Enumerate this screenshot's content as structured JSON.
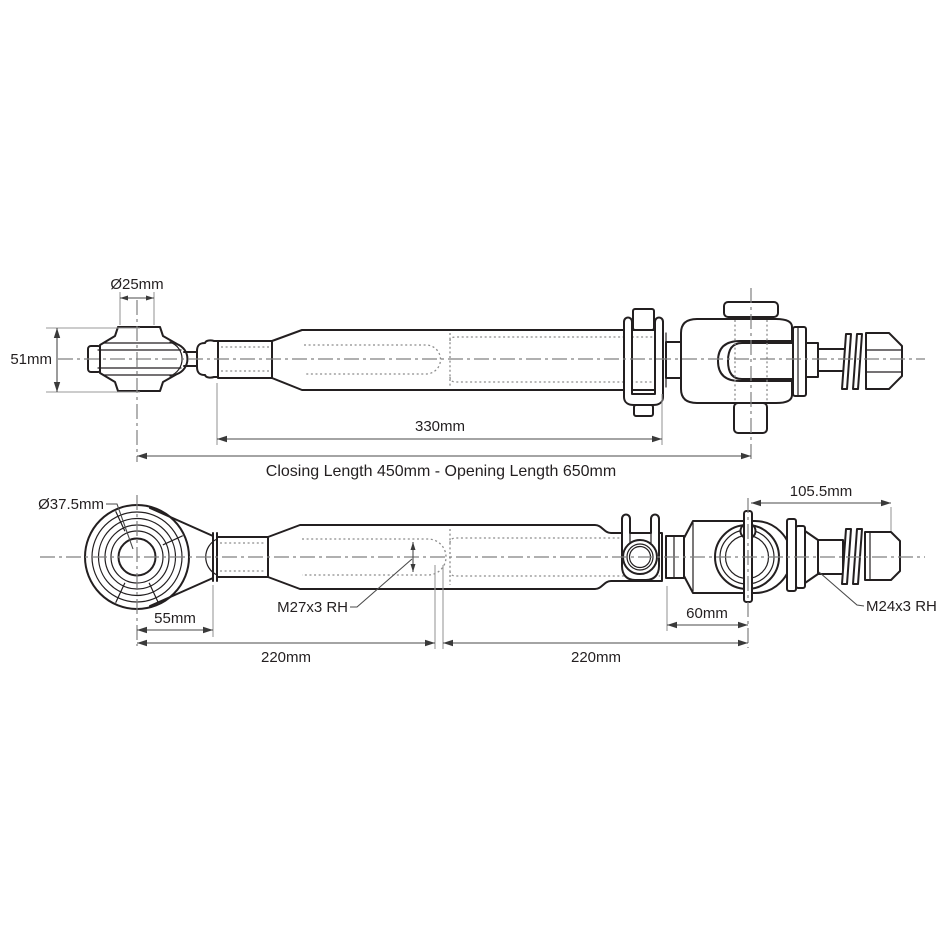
{
  "drawing": {
    "subject": "Mechanical stabiliser / top link assembly technical drawing, two orthographic views",
    "colors": {
      "background": "#ffffff",
      "outline": "#231f20",
      "hidden_line": "#8c8c8c",
      "centerline": "#808080",
      "dimension_line": "#4a4a4a",
      "text": "#231f20"
    },
    "top_view": {
      "ball_hole_diameter": "Ø25mm",
      "ball_height": "51mm",
      "tube_length": "330mm",
      "overall_length": "Closing Length 450mm - Opening Length 650mm"
    },
    "bottom_view": {
      "eye_diameter": "Ø37.5mm",
      "eye_offset": "55mm",
      "left_section_length": "220mm",
      "left_thread_spec": "M27x3 RH",
      "right_section_length": "220mm",
      "clevis_pin_offset": "60mm",
      "end_section_length": "105.5mm",
      "right_thread_spec": "M24x3 RH"
    }
  }
}
